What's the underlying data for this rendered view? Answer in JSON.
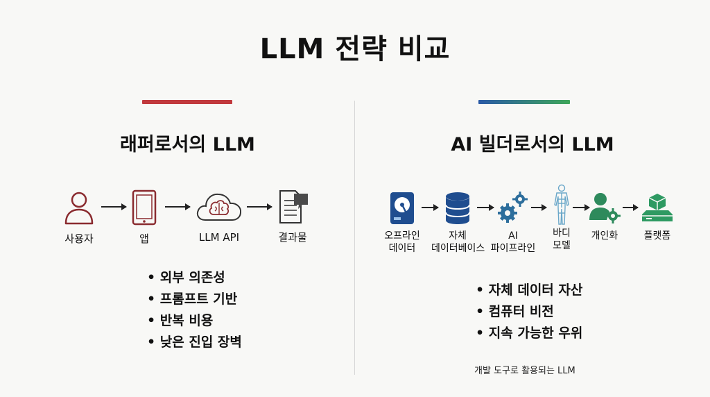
{
  "title": "LLM 전략 비교",
  "left": {
    "accent_color": "#c1393d",
    "heading": "래퍼로서의 LLM",
    "flow": [
      {
        "label": "사용자",
        "icon": "user-icon"
      },
      {
        "label": "앱",
        "icon": "tablet-icon"
      },
      {
        "label": "LLM API",
        "icon": "cloud-brain-icon"
      },
      {
        "label": "결과물",
        "icon": "document-chat-icon"
      }
    ],
    "bullets": [
      "외부 의존성",
      "프롬프트 기반",
      "반복 비용",
      "낮은 진입 장벽"
    ]
  },
  "right": {
    "accent_gradient": [
      "#2b5aa6",
      "#3fa65a"
    ],
    "heading": "AI 빌더로서의 LLM",
    "flow": [
      {
        "label_line1": "오프라인",
        "label_line2": "데이터",
        "icon": "hard-drive-icon"
      },
      {
        "label_line1": "자체",
        "label_line2": "데이터베이스",
        "icon": "database-icon"
      },
      {
        "label_line1": "AI",
        "label_line2": "파이프라인",
        "icon": "gears-icon"
      },
      {
        "label_line1": "바디",
        "label_line2": "모델",
        "icon": "body-model-icon"
      },
      {
        "label_line1": "개인화",
        "label_line2": "",
        "icon": "person-gear-icon"
      },
      {
        "label_line1": "플랫폼",
        "label_line2": "",
        "icon": "platform-icon"
      }
    ],
    "bullets": [
      "자체 데이터 자산",
      "컴퓨터 비전",
      "지속 가능한 우위"
    ],
    "footnote": "개발 도구로 활용되는 LLM"
  }
}
